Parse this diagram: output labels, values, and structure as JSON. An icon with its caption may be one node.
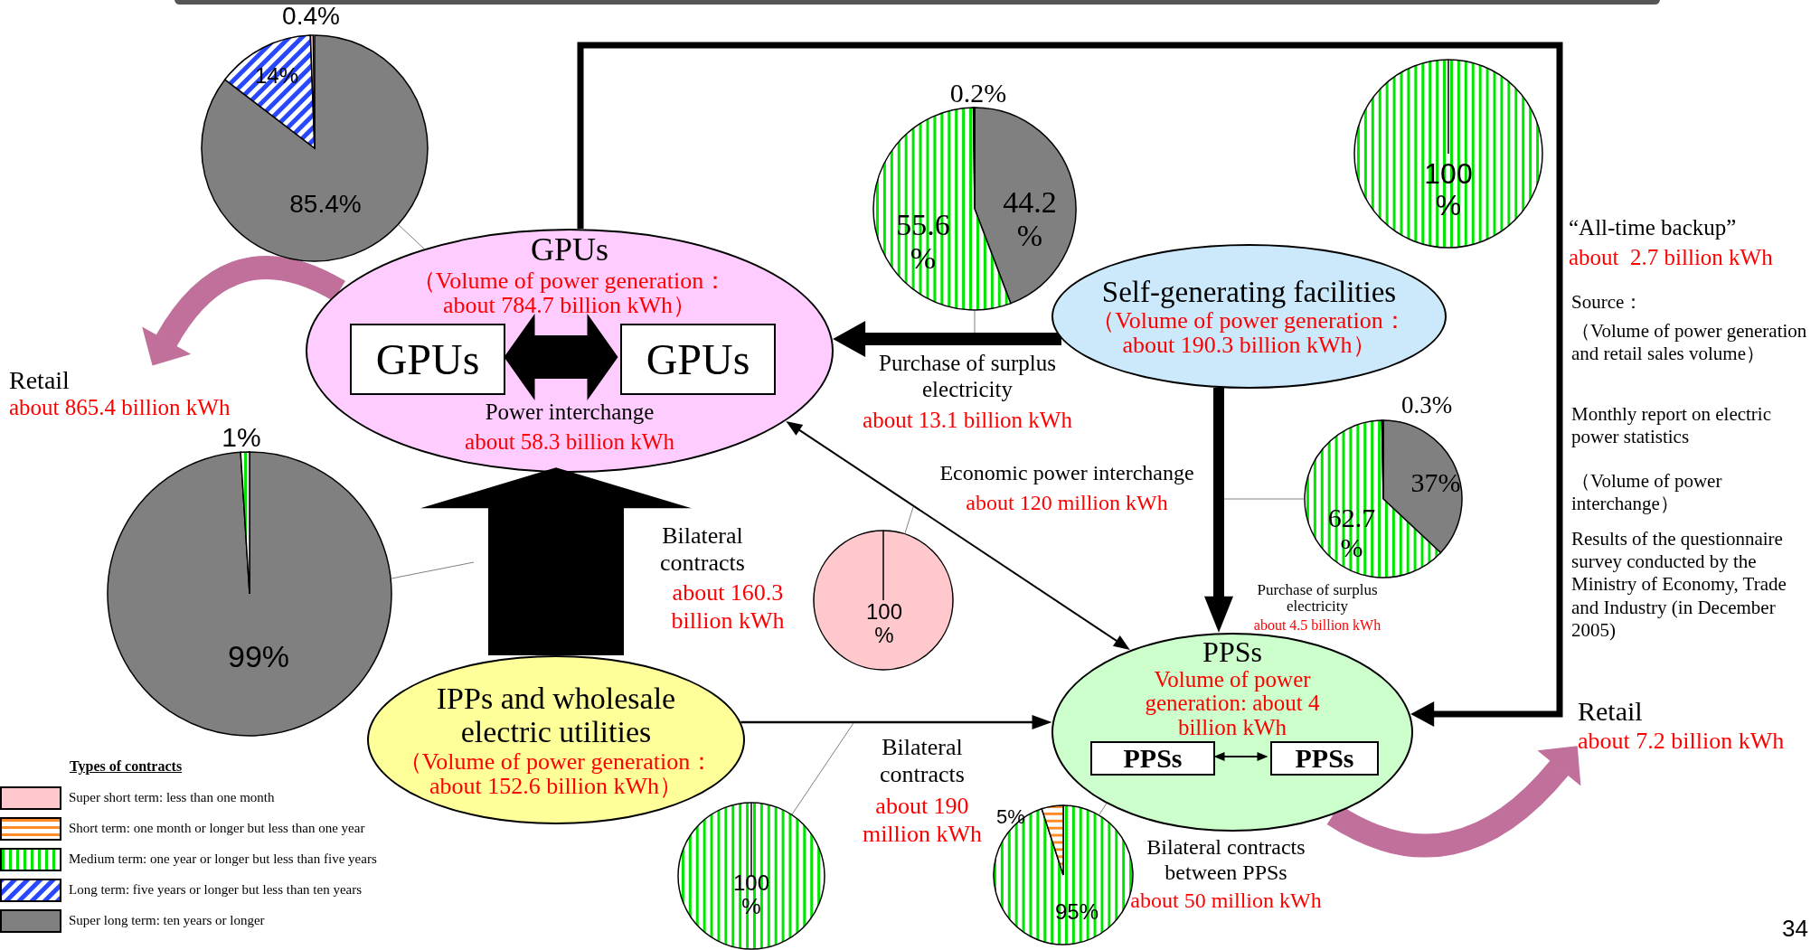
{
  "diagram": {
    "nodes": [
      {
        "text": [
          "GPUs",
          "（Volume of power generation：about 784.7 billion kWh）"
        ]
      },
      {
        "text": [
          "GPUs"
        ],
        "in": 0
      },
      {
        "text": [
          "GPUs"
        ],
        "in": 0
      },
      {
        "text": [
          "Self-generating facilities",
          "（Volume of power generation：about 190.3 billion kWh）"
        ]
      },
      {
        "text": [
          "IPPs and wholesale electric utilities",
          "（Volume of power generation：about 152.6 billion kWh）"
        ]
      },
      {
        "text": [
          "PPSs",
          "Volume of power generation: about 4 billion kWh"
        ]
      },
      {
        "text": [
          "PPSs"
        ],
        "in": 5
      },
      {
        "text": [
          "PPSs"
        ],
        "in": 5
      },
      {
        "text": [
          "Retail",
          "about 865.4 billion kWh"
        ]
      },
      {
        "text": [
          "Retail",
          "about 7.2 billion kWh"
        ]
      },
      {
        "text": [
          "0.4%",
          "14%",
          "85.4%"
        ]
      },
      {
        "text": [
          "0.2%",
          "55.6 %",
          "44.2 %"
        ]
      },
      {
        "text": [
          "100 %"
        ]
      },
      {
        "text": [
          "1%",
          "99%"
        ]
      },
      {
        "text": [
          "100 %"
        ]
      },
      {
        "text": [
          "0.3%",
          "62.7 %",
          "37%"
        ]
      },
      {
        "text": [
          "100 %"
        ]
      },
      {
        "text": [
          "5%",
          "95%"
        ]
      }
    ],
    "edges": [
      {
        "from": 1,
        "to": 2,
        "arrow": "both",
        "style": "thick",
        "label": "Power interchange"
      },
      {
        "from": 0,
        "to": 8,
        "arrow": "to",
        "style": "thick",
        "color": "#c0709a"
      },
      {
        "from": 3,
        "to": 0,
        "arrow": "to",
        "style": "thick",
        "label": "Purchase of surplus electricity"
      },
      {
        "from": 4,
        "to": 0,
        "arrow": "to",
        "style": "thick",
        "label": "Bilateral contracts"
      },
      {
        "from": 0,
        "to": 5,
        "arrow": "both",
        "label": "Economic power interchange"
      },
      {
        "from": 3,
        "to": 5,
        "arrow": "to",
        "style": "thick",
        "label": "Purchase of surplus electricity"
      },
      {
        "from": 0,
        "to": 5,
        "arrow": "to",
        "style": "thick",
        "label": "“All-time backup”"
      },
      {
        "from": 4,
        "to": 5,
        "arrow": "to",
        "label": "Bilateral contracts"
      },
      {
        "from": 6,
        "to": 7,
        "arrow": "both",
        "label": "Bilateral contracts between PPSs"
      },
      {
        "from": 5,
        "to": 9,
        "arrow": "to",
        "style": "thick",
        "color": "#c0709a"
      },
      {
        "from": 10,
        "to": 0,
        "arrow": "none",
        "color": "#808080"
      },
      {
        "from": 11,
        "to": null,
        "arrow": "none",
        "color": "#808080"
      },
      {
        "from": 13,
        "to": null,
        "arrow": "none",
        "color": "#808080"
      },
      {
        "from": 14,
        "to": null,
        "arrow": "none",
        "color": "#808080"
      },
      {
        "from": 15,
        "to": null,
        "arrow": "none",
        "color": "#808080"
      },
      {
        "from": 16,
        "to": null,
        "arrow": "none",
        "color": "#808080"
      },
      {
        "from": 17,
        "to": 5,
        "arrow": "none",
        "color": "#808080"
      }
    ],
    "labels": [
      "about 58.3 billion kWh",
      "about 13.1 billion kWh",
      "about  2.7 billion kWh",
      "Source：",
      "（Volume of power generation and retail sales volume）",
      "Monthly report on electric power statistics",
      "（Volume of power interchange）",
      "Results of the questionnaire survey conducted by the Ministry of Economy, Trade and Industry (in December 2005)",
      "about 120 million kWh",
      "about 160.3 billion kWh",
      "about 4.5 billion kWh",
      "Types of contracts",
      "about 190 million kWh",
      "about 50 million kWh",
      "34"
    ],
    "legend": [
      {
        "text": "Super short term: less than one month",
        "color": "#ffc8cc"
      },
      {
        "text": "Short term: one month or longer but less than one year",
        "color": "#ff8c28"
      },
      {
        "text": "Medium term: one year or longer but less than five years",
        "color": "#00e600"
      },
      {
        "text": "Long term: five years or longer but less than ten years",
        "color": "#2848ff"
      },
      {
        "text": "Super long term: ten years or longer",
        "color": "#808080"
      }
    ]
  }
}
